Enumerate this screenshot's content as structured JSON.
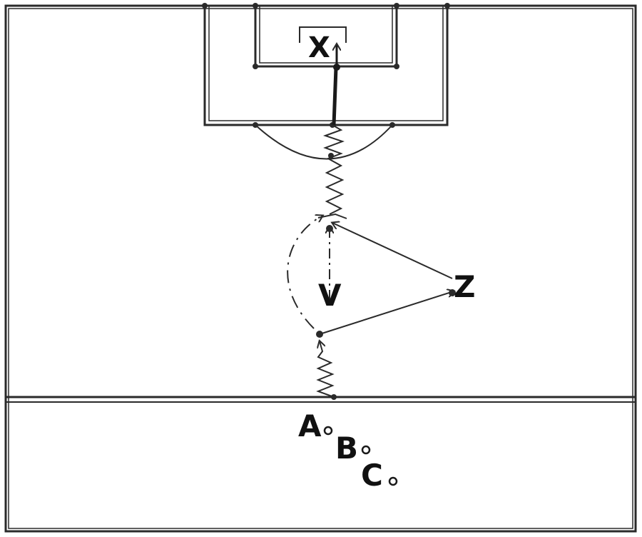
{
  "labels": {
    "x": "X",
    "v": "V",
    "z": "Z",
    "a": "A",
    "b": "B",
    "c": "C"
  },
  "colors": {
    "line": "#2a2a2a",
    "background": "#ffffff"
  }
}
